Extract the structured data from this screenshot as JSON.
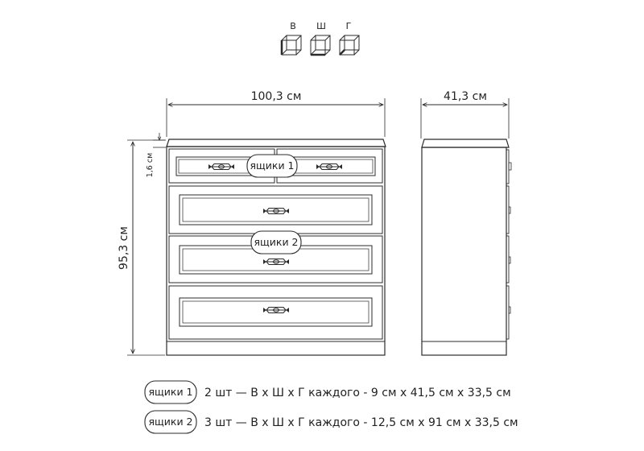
{
  "axes": {
    "height_label": "В",
    "width_label": "Ш",
    "depth_label": "Г"
  },
  "dimensions": {
    "width": "100,3 см",
    "depth": "41,3 см",
    "height": "95,3 см",
    "top_thickness": "1,6 см"
  },
  "callouts": {
    "drawers1": "ящики 1",
    "drawers2": "ящики 2"
  },
  "legend": [
    {
      "tag": "ящики 1",
      "text": "2 шт — В х Ш х Г каждого - 9 см х 41,5 см х 33,5 см"
    },
    {
      "tag": "ящики 2",
      "text": "3 шт — В х Ш х Г каждого - 12,5 см х 91 см х 33,5 см"
    }
  ],
  "colors": {
    "line": "#2b2b2b",
    "background": "#ffffff"
  }
}
